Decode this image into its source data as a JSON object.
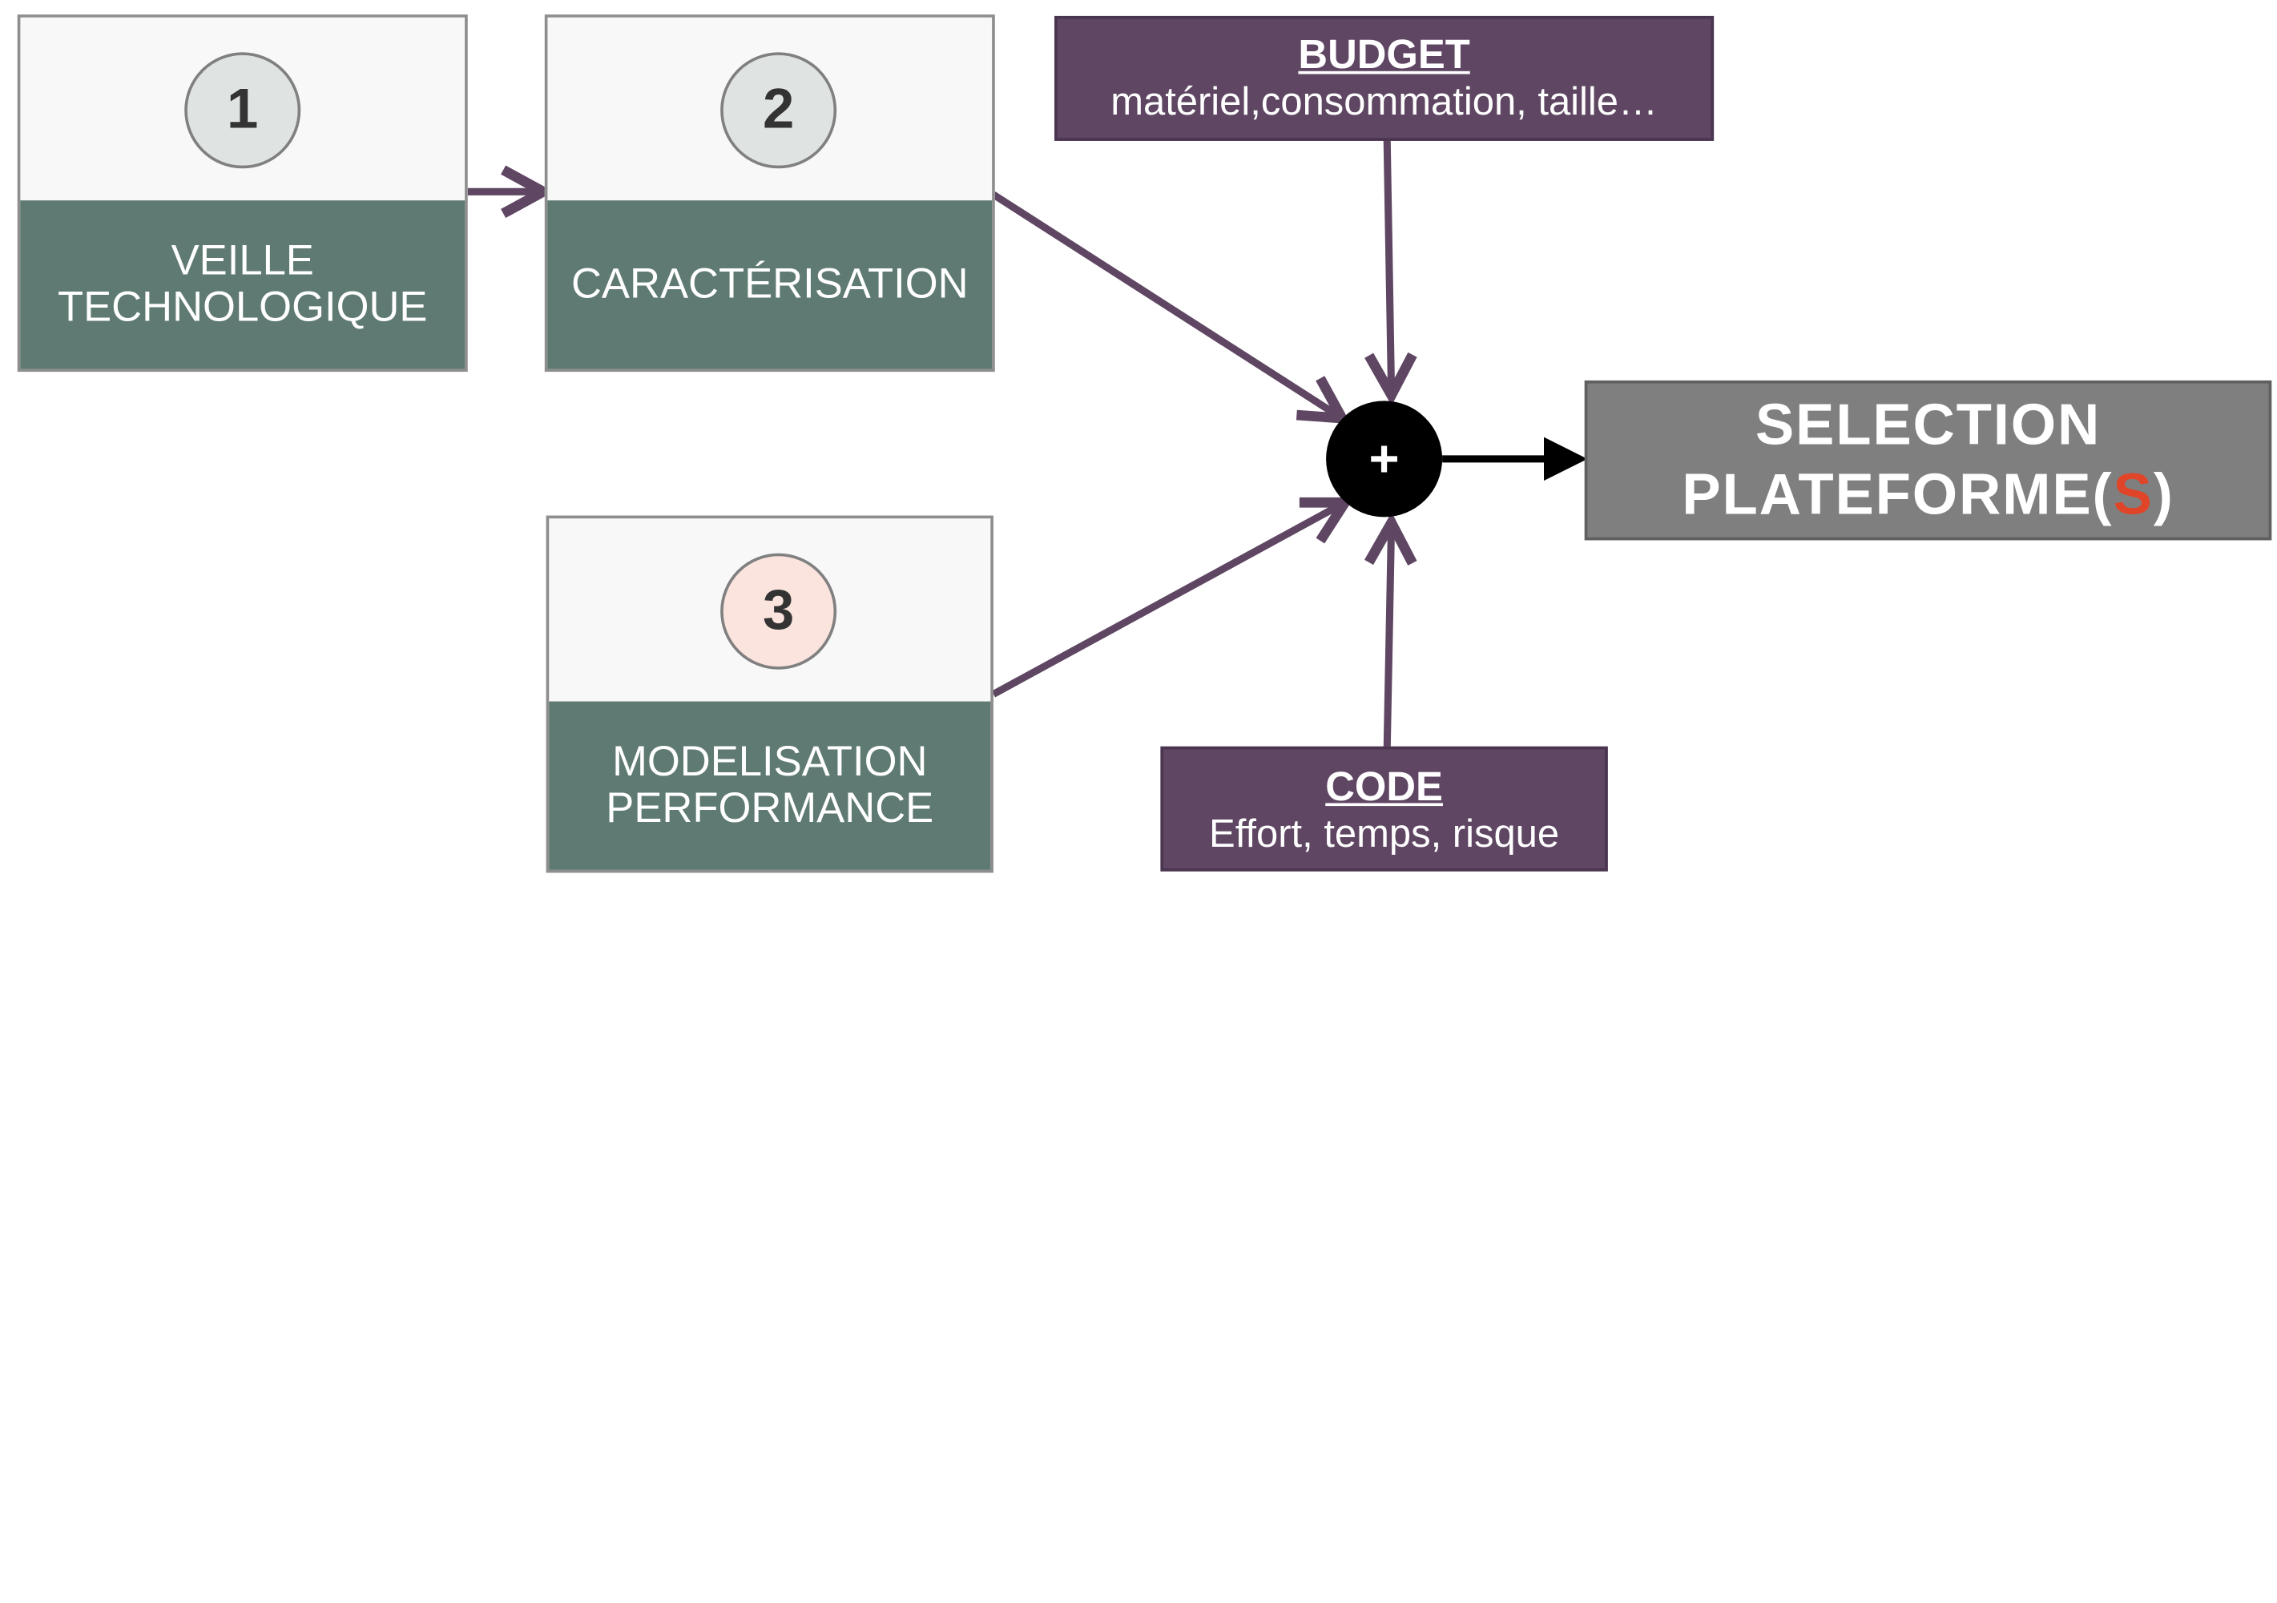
{
  "stages": [
    {
      "number": "1",
      "label": "VEILLE\nTECHNOLOGIQUE",
      "circle_color": "#dfe3e2"
    },
    {
      "number": "2",
      "label": "CARACTÉRISATION",
      "circle_color": "#dfe3e2"
    },
    {
      "number": "3",
      "label": "MODELISATION\nPERFORMANCE",
      "circle_color": "#fbe4dd"
    }
  ],
  "budget": {
    "title": "BUDGET",
    "text": "matériel,consommation, taille…"
  },
  "code": {
    "title": "CODE",
    "text": "Effort, temps, risque"
  },
  "combine_symbol": "+",
  "result": {
    "line1": "SELECTION",
    "line2_prefix": "PLATEFORME(",
    "line2_accent": "S",
    "line2_suffix": ")"
  },
  "colors": {
    "band": "#5e7a72",
    "note_box": "#5f4663",
    "arrow": "#5f4663",
    "result_box": "#7f7f7f",
    "accent": "#e0452a"
  }
}
